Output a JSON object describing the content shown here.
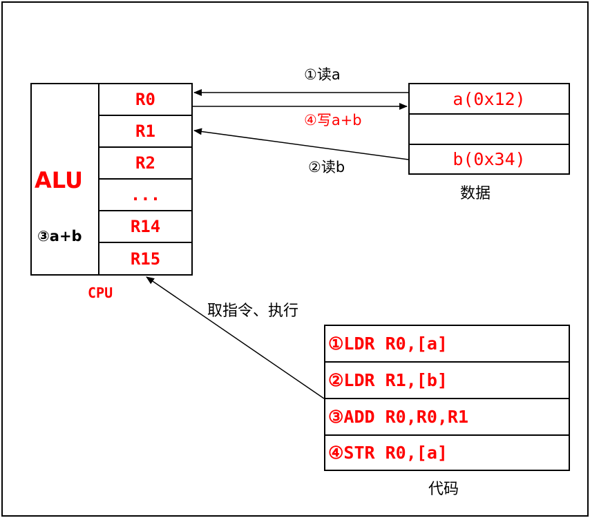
{
  "cpu": {
    "alu_label": "ALU",
    "alu_step": "③a+b",
    "caption": "CPU",
    "registers": [
      "R0",
      "R1",
      "R2",
      "...",
      "R14",
      "R15"
    ]
  },
  "memory": {
    "cells": [
      "a(0x12)",
      "",
      "b(0x34)"
    ],
    "caption": "数据"
  },
  "code": {
    "lines": [
      "①LDR R0,[a]",
      "②LDR R1,[b]",
      "③ADD R0,R0,R1",
      "④STR R0,[a]"
    ],
    "caption": "代码"
  },
  "arrows": {
    "read_a": "①读a",
    "write_ab": "④写a+b",
    "read_b": "②读b",
    "fetch_execute": "取指令、执行"
  },
  "colors": {
    "accent": "#ff0000",
    "line": "#000000"
  }
}
